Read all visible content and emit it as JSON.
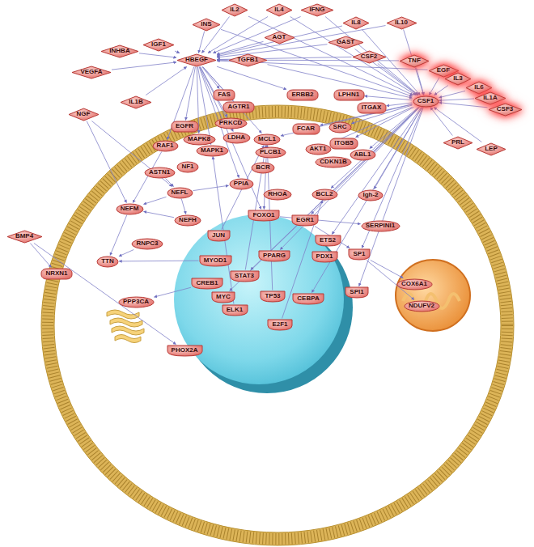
{
  "diagram": {
    "nodes": [
      {
        "text": [
          "IL2"
        ]
      },
      {
        "text": [
          "IL4"
        ]
      },
      {
        "text": [
          "IFNG"
        ]
      },
      {
        "text": [
          "INS"
        ]
      },
      {
        "text": [
          "IL8"
        ]
      },
      {
        "text": [
          "IL10"
        ]
      },
      {
        "text": [
          "IGF1"
        ]
      },
      {
        "text": [
          "AGT"
        ]
      },
      {
        "text": [
          "GAST"
        ]
      },
      {
        "text": [
          "INHBA"
        ]
      },
      {
        "text": [
          "HBEGF"
        ]
      },
      {
        "text": [
          "TGFB1"
        ]
      },
      {
        "text": [
          "CSF2"
        ]
      },
      {
        "text": [
          "TNF"
        ]
      },
      {
        "text": [
          "EGF"
        ]
      },
      {
        "text": [
          "IL3"
        ]
      },
      {
        "text": [
          "VEGFA"
        ]
      },
      {
        "text": [
          "IL6"
        ]
      },
      {
        "text": [
          "IL1A"
        ]
      },
      {
        "text": [
          "FAS"
        ]
      },
      {
        "text": [
          "ERBB2"
        ]
      },
      {
        "text": [
          "LPHN1"
        ]
      },
      {
        "text": [
          "CSF1"
        ]
      },
      {
        "text": [
          "IL1B"
        ]
      },
      {
        "text": [
          "CSF3"
        ]
      },
      {
        "text": [
          "ITGAX"
        ]
      },
      {
        "text": [
          "AGTR1"
        ]
      },
      {
        "text": [
          "NGF"
        ]
      },
      {
        "text": [
          "PRKCD"
        ]
      },
      {
        "text": [
          "EGFR"
        ]
      },
      {
        "text": [
          "FCAR"
        ]
      },
      {
        "text": [
          "SRC"
        ]
      },
      {
        "text": [
          "MCL1"
        ]
      },
      {
        "text": [
          "MAPK8"
        ]
      },
      {
        "text": [
          "LDHA"
        ]
      },
      {
        "text": [
          "PRL"
        ]
      },
      {
        "text": [
          "ITGB5"
        ]
      },
      {
        "text": [
          "RAF1"
        ]
      },
      {
        "text": [
          "MAPK1"
        ]
      },
      {
        "text": [
          "PLCB1"
        ]
      },
      {
        "text": [
          "AKT1"
        ]
      },
      {
        "text": [
          "LEP"
        ]
      },
      {
        "text": [
          "ABL1"
        ]
      },
      {
        "text": [
          "CDKN1B"
        ]
      },
      {
        "text": [
          "NF1"
        ]
      },
      {
        "text": [
          "BCR"
        ]
      },
      {
        "text": [
          "ASTN1"
        ]
      },
      {
        "text": [
          "PPIA"
        ]
      },
      {
        "text": [
          "NEFL"
        ]
      },
      {
        "text": [
          "BCL2"
        ]
      },
      {
        "text": [
          "RHOA"
        ]
      },
      {
        "text": [
          "Igh-2"
        ]
      },
      {
        "text": [
          "NEFM"
        ]
      },
      {
        "text": [
          "FOXO1"
        ]
      },
      {
        "text": [
          "NEFH"
        ]
      },
      {
        "text": [
          "EGR1"
        ]
      },
      {
        "text": [
          "SERPINI1"
        ]
      },
      {
        "text": [
          "JUN"
        ]
      },
      {
        "text": [
          "ETS2"
        ]
      },
      {
        "text": [
          "RNPC3"
        ]
      },
      {
        "text": [
          "BMP4"
        ]
      },
      {
        "text": [
          "SP1"
        ]
      },
      {
        "text": [
          "PPARG"
        ]
      },
      {
        "text": [
          "PDX1"
        ]
      },
      {
        "text": [
          "MYOD1"
        ]
      },
      {
        "text": [
          "TTN"
        ]
      },
      {
        "text": [
          "STAT3"
        ]
      },
      {
        "text": [
          "NRXN1"
        ]
      },
      {
        "text": [
          "CREB1"
        ]
      },
      {
        "text": [
          "SPI1"
        ]
      },
      {
        "text": [
          "COX6A1"
        ]
      },
      {
        "text": [
          "TP53"
        ]
      },
      {
        "text": [
          "CEBPA"
        ]
      },
      {
        "text": [
          "MYC"
        ]
      },
      {
        "text": [
          "PPP3CA"
        ]
      },
      {
        "text": [
          "NDUFV2"
        ]
      },
      {
        "text": [
          "ELK1"
        ]
      },
      {
        "text": [
          "E2F1"
        ]
      },
      {
        "text": [
          "PHOX2A"
        ]
      }
    ],
    "edges": [
      {
        "from": 6,
        "to": 10,
        "arrow": "to"
      },
      {
        "from": 3,
        "to": 10,
        "arrow": "to"
      },
      {
        "from": 0,
        "to": 10,
        "arrow": "to"
      },
      {
        "from": 1,
        "to": 10,
        "arrow": "to"
      },
      {
        "from": 2,
        "to": 10,
        "arrow": "to"
      },
      {
        "from": 7,
        "to": 10,
        "arrow": "to"
      },
      {
        "from": 11,
        "to": 10,
        "arrow": "to"
      },
      {
        "from": 8,
        "to": 10,
        "arrow": "to"
      },
      {
        "from": 4,
        "to": 10,
        "arrow": "to"
      },
      {
        "from": 9,
        "to": 10,
        "arrow": "to"
      },
      {
        "from": 16,
        "to": 10,
        "arrow": "to"
      },
      {
        "from": 23,
        "to": 10,
        "arrow": "to"
      },
      {
        "from": 13,
        "to": 10,
        "arrow": "to"
      },
      {
        "from": 14,
        "to": 10,
        "arrow": "to"
      },
      {
        "from": 12,
        "to": 10,
        "arrow": "to"
      },
      {
        "from": 5,
        "to": 10,
        "arrow": "to"
      },
      {
        "from": 10,
        "to": 29,
        "arrow": "to"
      },
      {
        "from": 10,
        "to": 20,
        "arrow": "to"
      },
      {
        "from": 10,
        "to": 19,
        "arrow": "to"
      },
      {
        "from": 10,
        "to": 26,
        "arrow": "to"
      },
      {
        "from": 10,
        "to": 32,
        "arrow": "to"
      },
      {
        "from": 10,
        "to": 28,
        "arrow": "to"
      },
      {
        "from": 10,
        "to": 33,
        "arrow": "to"
      },
      {
        "from": 10,
        "to": 34,
        "arrow": "to"
      },
      {
        "from": 10,
        "to": 38,
        "arrow": "to"
      },
      {
        "from": 10,
        "to": 37,
        "arrow": "to"
      },
      {
        "from": 10,
        "to": 53,
        "arrow": "to"
      },
      {
        "from": 10,
        "to": 47,
        "arrow": "to"
      },
      {
        "from": 13,
        "to": 22,
        "arrow": "to"
      },
      {
        "from": 14,
        "to": 22,
        "arrow": "to"
      },
      {
        "from": 15,
        "to": 22,
        "arrow": "to"
      },
      {
        "from": 17,
        "to": 22,
        "arrow": "to"
      },
      {
        "from": 18,
        "to": 22,
        "arrow": "to"
      },
      {
        "from": 24,
        "to": 22,
        "arrow": "to"
      },
      {
        "from": 0,
        "to": 22,
        "arrow": "to"
      },
      {
        "from": 1,
        "to": 22,
        "arrow": "to"
      },
      {
        "from": 2,
        "to": 22,
        "arrow": "to"
      },
      {
        "from": 4,
        "to": 22,
        "arrow": "to"
      },
      {
        "from": 5,
        "to": 22,
        "arrow": "to"
      },
      {
        "from": 8,
        "to": 22,
        "arrow": "to"
      },
      {
        "from": 12,
        "to": 22,
        "arrow": "to"
      },
      {
        "from": 11,
        "to": 22,
        "arrow": "to"
      },
      {
        "from": 3,
        "to": 22,
        "arrow": "to"
      },
      {
        "from": 35,
        "to": 22,
        "arrow": "to"
      },
      {
        "from": 41,
        "to": 22,
        "arrow": "to"
      },
      {
        "from": 22,
        "to": 25,
        "arrow": "to"
      },
      {
        "from": 22,
        "to": 30,
        "arrow": "to"
      },
      {
        "from": 22,
        "to": 21,
        "arrow": "to"
      },
      {
        "from": 22,
        "to": 32,
        "arrow": "to"
      },
      {
        "from": 22,
        "to": 31,
        "arrow": "to"
      },
      {
        "from": 22,
        "to": 36,
        "arrow": "to"
      },
      {
        "from": 22,
        "to": 42,
        "arrow": "to"
      },
      {
        "from": 22,
        "to": 40,
        "arrow": "to"
      },
      {
        "from": 22,
        "to": 55,
        "arrow": "to"
      },
      {
        "from": 22,
        "to": 58,
        "arrow": "to"
      },
      {
        "from": 22,
        "to": 61,
        "arrow": "to"
      },
      {
        "from": 22,
        "to": 62,
        "arrow": "to"
      },
      {
        "from": 22,
        "to": 72,
        "arrow": "to"
      },
      {
        "from": 22,
        "to": 69,
        "arrow": "to"
      },
      {
        "from": 22,
        "to": 49,
        "arrow": "to"
      },
      {
        "from": 22,
        "to": 73,
        "arrow": "to"
      },
      {
        "from": 22,
        "to": 51,
        "arrow": "to"
      },
      {
        "from": 22,
        "to": 66,
        "arrow": "to"
      },
      {
        "from": 27,
        "to": 52,
        "arrow": "to"
      },
      {
        "from": 27,
        "to": 48,
        "arrow": "to"
      },
      {
        "from": 37,
        "to": 52,
        "arrow": "to"
      },
      {
        "from": 48,
        "to": 52,
        "arrow": "to"
      },
      {
        "from": 54,
        "to": 52,
        "arrow": "to"
      },
      {
        "from": 48,
        "to": 54,
        "arrow": "to"
      },
      {
        "from": 48,
        "to": 47,
        "arrow": "to"
      },
      {
        "from": 46,
        "to": 48,
        "arrow": "to"
      },
      {
        "from": 52,
        "to": 65,
        "arrow": "to"
      },
      {
        "from": 59,
        "to": 65,
        "arrow": "to"
      },
      {
        "from": 60,
        "to": 67,
        "arrow": "to"
      },
      {
        "from": 60,
        "to": 78,
        "arrow": "to"
      },
      {
        "from": 32,
        "to": 53,
        "arrow": "to"
      },
      {
        "from": 53,
        "to": 56,
        "arrow": "to"
      },
      {
        "from": 71,
        "to": 32,
        "arrow": "to"
      },
      {
        "from": 66,
        "to": 32,
        "arrow": "to"
      },
      {
        "from": 61,
        "to": 70,
        "arrow": "to"
      },
      {
        "from": 61,
        "to": 75,
        "arrow": "to"
      },
      {
        "from": 68,
        "to": 74,
        "arrow": "to"
      },
      {
        "from": 64,
        "to": 65,
        "arrow": "to"
      },
      {
        "from": 77,
        "to": 49,
        "arrow": "to"
      },
      {
        "from": 76,
        "to": 38,
        "arrow": "to"
      },
      {
        "from": 57,
        "to": 32,
        "arrow": "to"
      },
      {
        "from": 55,
        "to": 61,
        "arrow": "to"
      }
    ]
  }
}
